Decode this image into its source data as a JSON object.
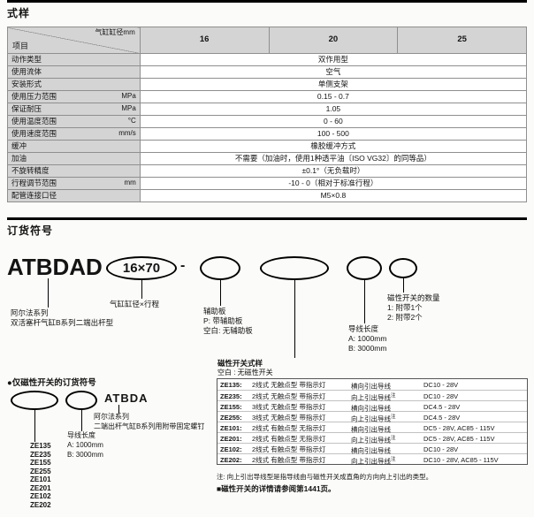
{
  "sections": {
    "spec_title": "式样",
    "order_title": "订货符号"
  },
  "spec_table": {
    "corner_top": "气缸缸径mm",
    "corner_bottom": "项目",
    "bores": [
      "16",
      "20",
      "25"
    ],
    "rows": [
      {
        "label": "动作类型",
        "unit": "",
        "value": "双作用型"
      },
      {
        "label": "使用流体",
        "unit": "",
        "value": "空气"
      },
      {
        "label": "安装形式",
        "unit": "",
        "value": "单侧支架"
      },
      {
        "label": "使用压力范围",
        "unit": "MPa",
        "value": "0.15 - 0.7"
      },
      {
        "label": "保证耐压",
        "unit": "MPa",
        "value": "1.05"
      },
      {
        "label": "使用温度范围",
        "unit": "°C",
        "value": "0 - 60"
      },
      {
        "label": "使用速度范围",
        "unit": "mm/s",
        "value": "100 - 500"
      },
      {
        "label": "缓冲",
        "unit": "",
        "value": "橡胶缓冲方式"
      },
      {
        "label": "加油",
        "unit": "",
        "value": "不需要（加油时，使用1种透平油〔ISO VG32〕的同等品）"
      },
      {
        "label": "不旋转精度",
        "unit": "",
        "value": "±0.1°（无负载时）"
      },
      {
        "label": "行程调节范围",
        "unit": "mm",
        "value": "-10 - 0（相对于标准行程）"
      },
      {
        "label": "配管连接口径",
        "unit": "",
        "value": "M5×0.8"
      }
    ]
  },
  "ordering": {
    "model": "ATBDAD",
    "bore_stroke": "16×70",
    "dash": "-",
    "series_line1": "阿尔法系列",
    "series_line2": "双活塞杆气缸B系列二端出杆型",
    "bore_stroke_label": "气缸缸径×行程",
    "aux": {
      "title": "辅助板",
      "opt1": "P: 带辅助板",
      "opt2": "空白: 无辅助板"
    },
    "qty": {
      "title": "磁性开关的数量",
      "opt1": "1: 附带1个",
      "opt2": "2: 附带2个"
    },
    "lead": {
      "title": "导线长度",
      "opt1": "A: 1000mm",
      "opt2": "B: 3000mm"
    },
    "switch_table": {
      "title": "磁性开关式样",
      "blank_label": "空白 : 无磁性开关",
      "rows": [
        {
          "code": "ZE135:",
          "desc": "2线式 无触点型 带指示灯",
          "dir": "横向引出导线",
          "sup": "",
          "volt": "DC10 - 28V"
        },
        {
          "code": "ZE235:",
          "desc": "2线式 无触点型 带指示灯",
          "dir": "向上引出导线",
          "sup": "注",
          "volt": "DC10 - 28V"
        },
        {
          "code": "ZE155:",
          "desc": "3线式 无触点型 带指示灯",
          "dir": "横向引出导线",
          "sup": "",
          "volt": "DC4.5 - 28V"
        },
        {
          "code": "ZE255:",
          "desc": "3线式 无触点型 带指示灯",
          "dir": "向上引出导线",
          "sup": "注",
          "volt": "DC4.5 - 28V"
        },
        {
          "code": "ZE101:",
          "desc": "2线式 有触点型 无指示灯",
          "dir": "横向引出导线",
          "sup": "",
          "volt": "DC5 - 28V, AC85 - 115V"
        },
        {
          "code": "ZE201:",
          "desc": "2线式 有触点型 无指示灯",
          "dir": "向上引出导线",
          "sup": "注",
          "volt": "DC5 - 28V, AC85 - 115V"
        },
        {
          "code": "ZE102:",
          "desc": "2线式 有触点型 带指示灯",
          "dir": "横向引出导线",
          "sup": "",
          "volt": "DC10 - 28V"
        },
        {
          "code": "ZE202:",
          "desc": "2线式 有触点型 带指示灯",
          "dir": "向上引出导线",
          "sup": "注",
          "volt": "DC10 - 28V, AC85 - 115V"
        }
      ],
      "note": "注: 向上引出导线型是指导线由与磁性开关成直角的方向向上引出的类型。"
    }
  },
  "switch_only": {
    "title": "●仅磁性开关的订货符号",
    "model": "ATBDA",
    "series_line1": "阿尔法系列",
    "series_line2": "二端出杆气缸B系列用附带固定螺钉",
    "codes": [
      "ZE135",
      "ZE235",
      "ZE155",
      "ZE255",
      "ZE101",
      "ZE201",
      "ZE102",
      "ZE202"
    ],
    "lead": {
      "title": "导线长度",
      "opt1": "A: 1000mm",
      "opt2": "B: 3000mm"
    },
    "footnote": "■磁性开关的详情请参阅第1441页。"
  }
}
